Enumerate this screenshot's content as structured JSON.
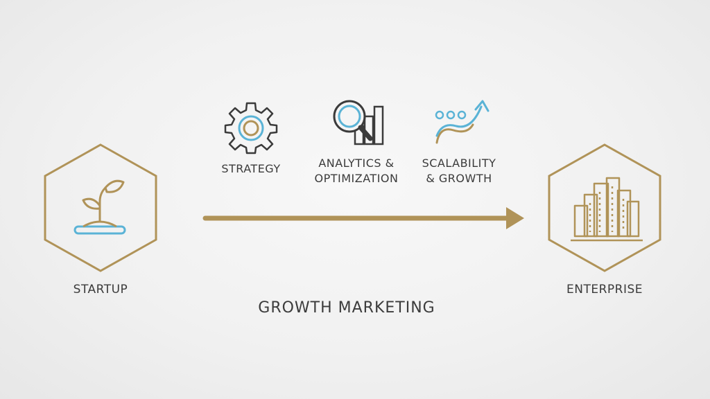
{
  "colors": {
    "gold": "#b09358",
    "blue": "#5ab3d6",
    "dark": "#3b3b3b"
  },
  "nodes": {
    "start": {
      "label": "STARTUP",
      "icon": "sprout-icon"
    },
    "end": {
      "label": "ENTERPRISE",
      "icon": "city-buildings-icon"
    }
  },
  "stages": [
    {
      "line1": "STRATEGY",
      "line2": "",
      "icon": "gear-icon"
    },
    {
      "line1": "ANALYTICS &",
      "line2": "OPTIMIZATION",
      "icon": "magnifier-chart-icon"
    },
    {
      "line1": "SCALABILITY",
      "line2": "& GROWTH",
      "icon": "growth-arrow-icon"
    }
  ],
  "title": "GROWTH MARKETING"
}
